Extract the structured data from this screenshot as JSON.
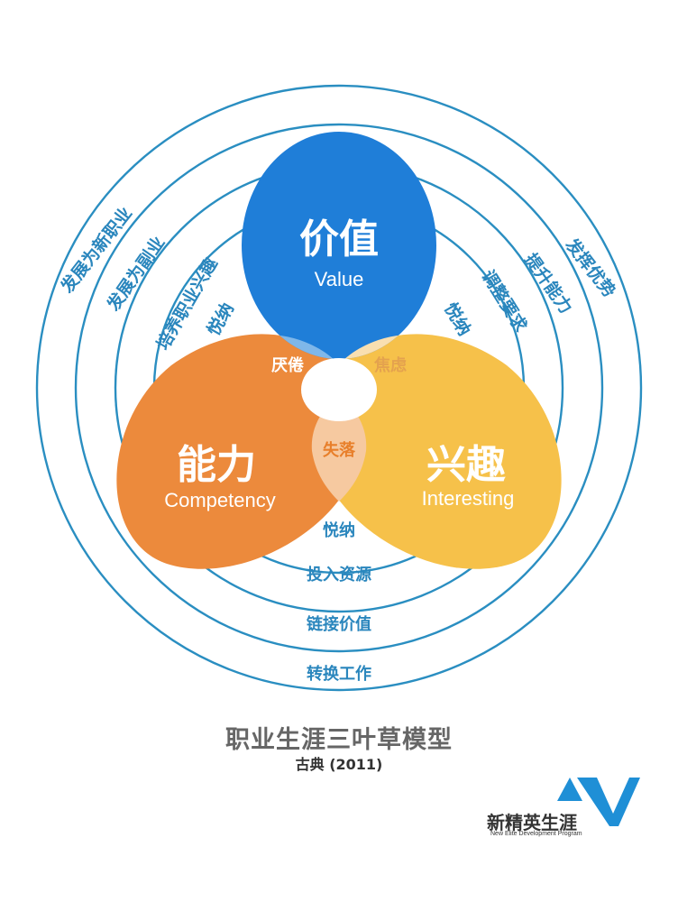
{
  "colors": {
    "ring": "#2a8ec1",
    "value": "#1f7ed8",
    "competency": "#ec8a3c",
    "interesting": "#f6c14a",
    "label_blue": "#2a86bd"
  },
  "petals": {
    "value": {
      "title": "价值",
      "subtitle": "Value"
    },
    "competency": {
      "title": "能力",
      "subtitle": "Competency"
    },
    "interesting": {
      "title": "兴趣",
      "subtitle": "Interesting"
    }
  },
  "overlaps": {
    "value_competency": "厌倦",
    "value_interesting": "焦虑",
    "competency_interesting": "失落"
  },
  "left_labels": [
    "悦纳",
    "培养职业兴趣",
    "发展为副业",
    "发展为新职业"
  ],
  "right_labels": [
    "悦纳",
    "调整要求",
    "提升能力",
    "发挥优势"
  ],
  "bottom_labels": [
    "悦纳",
    "投入资源",
    "链接价值",
    "转换工作"
  ],
  "caption": {
    "title": "职业生涯三叶草模型",
    "author": "古典    (2011)"
  },
  "logo": {
    "name": "新精英生涯",
    "tagline": "New Elite Development Program",
    "icon": "av-logo-icon"
  }
}
